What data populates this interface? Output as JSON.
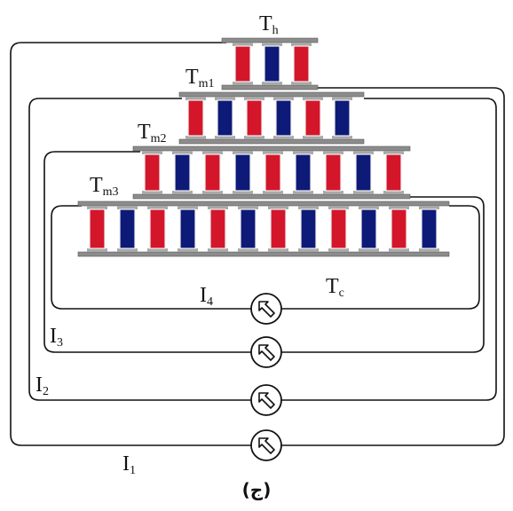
{
  "labels": {
    "th": {
      "main": "T",
      "sub": "h"
    },
    "tm1": {
      "main": "T",
      "sub": "m1"
    },
    "tm2": {
      "main": "T",
      "sub": "m2"
    },
    "tm3": {
      "main": "T",
      "sub": "m3"
    },
    "tc": {
      "main": "T",
      "sub": "c"
    },
    "i1": {
      "main": "I",
      "sub": "1"
    },
    "i2": {
      "main": "I",
      "sub": "2"
    },
    "i3": {
      "main": "I",
      "sub": "3"
    },
    "i4": {
      "main": "I",
      "sub": "4"
    }
  },
  "caption": "(ج)",
  "colors": {
    "p_type": "#d4162a",
    "n_type": "#0d1a78",
    "plate": "#8c8c8c",
    "wire": "#111111"
  },
  "stages": [
    {
      "name": "Th",
      "legs": [
        "p",
        "n",
        "p"
      ]
    },
    {
      "name": "Tm1",
      "legs": [
        "p",
        "n",
        "p",
        "n",
        "p",
        "n"
      ]
    },
    {
      "name": "Tm2",
      "legs": [
        "p",
        "n",
        "p",
        "n",
        "p",
        "n",
        "p",
        "n",
        "p"
      ]
    },
    {
      "name": "Tm3",
      "legs": [
        "p",
        "n",
        "p",
        "n",
        "p",
        "n",
        "p",
        "n",
        "p",
        "n",
        "p",
        "n"
      ]
    }
  ]
}
